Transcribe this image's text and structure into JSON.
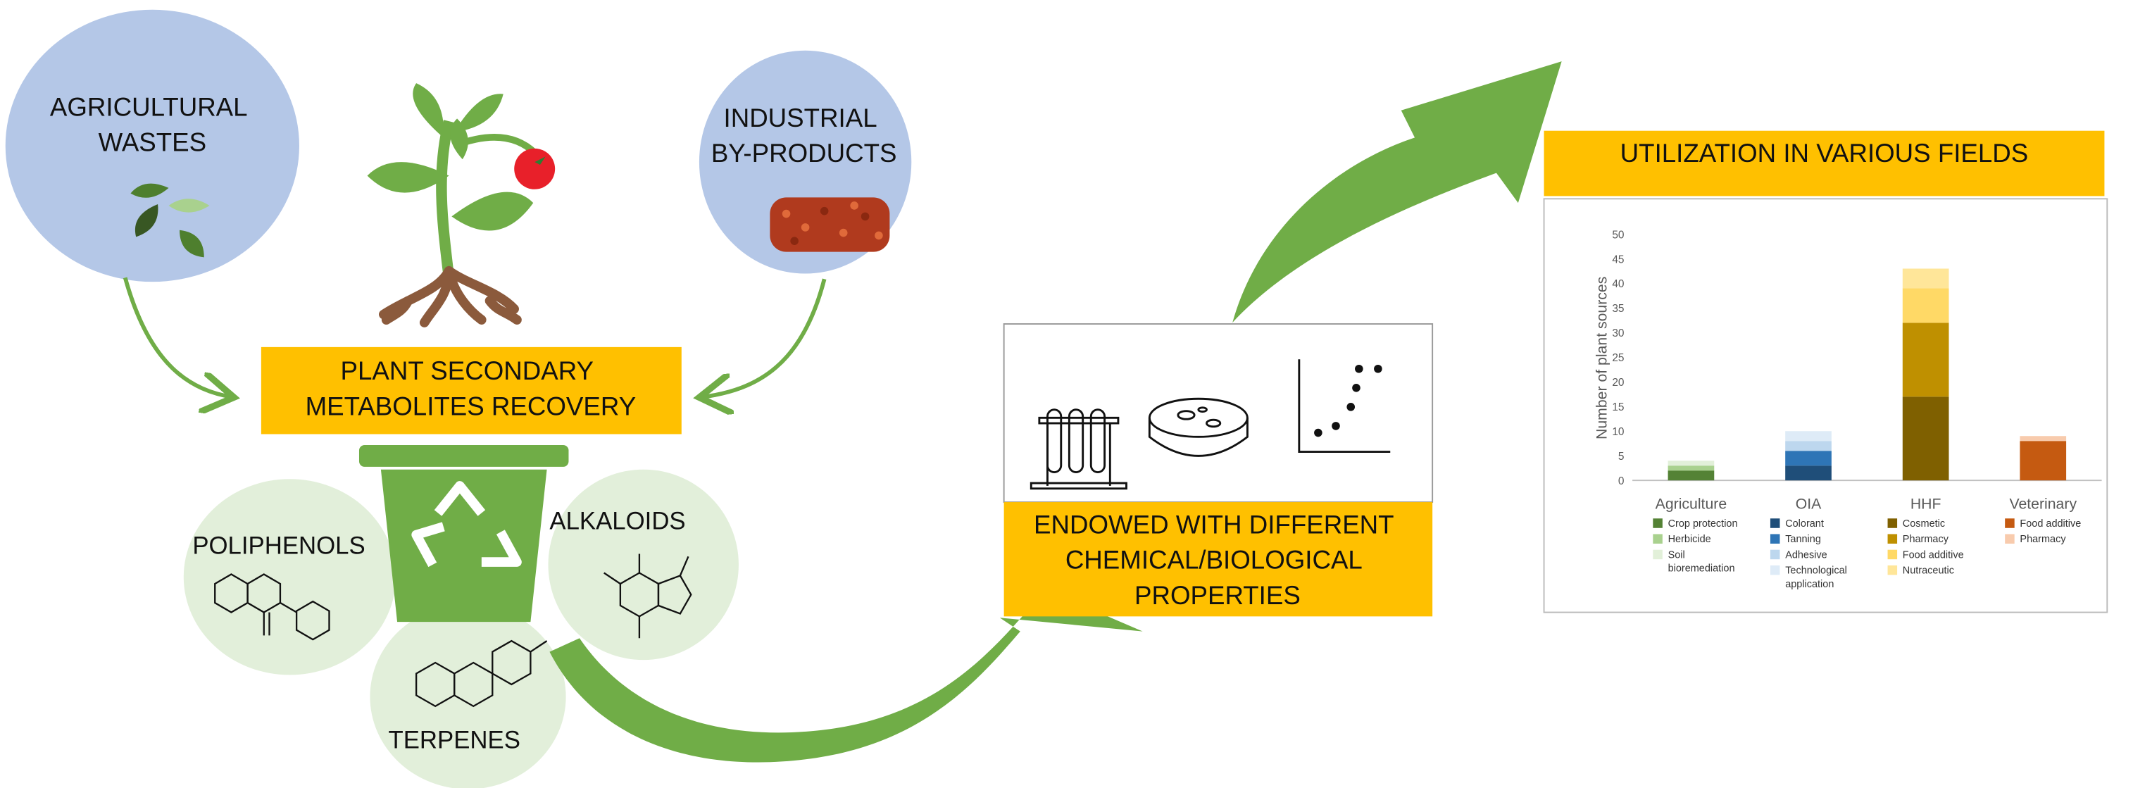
{
  "sources": {
    "agricultural_wastes": [
      "AGRICULTURAL",
      "WASTES"
    ],
    "industrial_byproducts": [
      "INDUSTRIAL",
      "BY-PRODUCTS"
    ]
  },
  "recovery_box": [
    "PLANT SECONDARY",
    "METABOLITES RECOVERY"
  ],
  "metabolite_classes": {
    "polyphenols": "POLIPHENOLS",
    "alkaloids": "ALKALOIDS",
    "terpenes": "TERPENES"
  },
  "properties_box": [
    "ENDOWED WITH DIFFERENT",
    "CHEMICAL/BIOLOGICAL",
    "PROPERTIES"
  ],
  "utilization_title": "UTILIZATION IN VARIOUS FIELDS",
  "colors": {
    "yellow": "#FFC000",
    "circle_blue": "#B4C7E7",
    "circle_green": "#E2EFDA",
    "arrow_green": "#70AD47",
    "bin_green": "#70AD47"
  },
  "chart_data": {
    "type": "bar",
    "stacked": true,
    "ylabel": "Number of plant sources",
    "ylim": [
      0,
      50
    ],
    "yticks": [
      0,
      5,
      10,
      15,
      20,
      25,
      30,
      35,
      40,
      45,
      50
    ],
    "categories": [
      "Agriculture",
      "OIA",
      "HHF",
      "Veterinary"
    ],
    "groups": [
      {
        "category": "Agriculture",
        "segments": [
          {
            "name": "Crop protection",
            "value": 2,
            "color": "#548235"
          },
          {
            "name": "Herbicide",
            "value": 1,
            "color": "#A9D18E"
          },
          {
            "name": "Soil bioremediation",
            "value": 1,
            "color": "#E2F0D9"
          }
        ]
      },
      {
        "category": "OIA",
        "segments": [
          {
            "name": "Colorant",
            "value": 3,
            "color": "#1F4E79"
          },
          {
            "name": "Tanning",
            "value": 3,
            "color": "#2E75B6"
          },
          {
            "name": "Adhesive",
            "value": 2,
            "color": "#BDD7EE"
          },
          {
            "name": "Technological application",
            "value": 2,
            "color": "#DEEBF7"
          }
        ]
      },
      {
        "category": "HHF",
        "segments": [
          {
            "name": "Cosmetic",
            "value": 17,
            "color": "#7F6000"
          },
          {
            "name": "Pharmacy",
            "value": 15,
            "color": "#BF9000"
          },
          {
            "name": "Food additive",
            "value": 7,
            "color": "#FFD966"
          },
          {
            "name": "Nutraceutic",
            "value": 4,
            "color": "#FFE699"
          }
        ]
      },
      {
        "category": "Veterinary",
        "segments": [
          {
            "name": "Food additive",
            "value": 8,
            "color": "#C55A11"
          },
          {
            "name": "Pharmacy",
            "value": 1,
            "color": "#F8CBAD"
          }
        ]
      }
    ],
    "legends": [
      {
        "category": "Agriculture",
        "items": [
          [
            "Crop protection"
          ],
          [
            "Herbicide"
          ],
          [
            "Soil",
            "bioremediation"
          ]
        ]
      },
      {
        "category": "OIA",
        "items": [
          [
            "Colorant"
          ],
          [
            "Tanning"
          ],
          [
            "Adhesive"
          ],
          [
            "Technological",
            "application"
          ]
        ]
      },
      {
        "category": "HHF",
        "items": [
          [
            "Cosmetic"
          ],
          [
            "Pharmacy"
          ],
          [
            "Food additive"
          ],
          [
            "Nutraceutic"
          ]
        ]
      },
      {
        "category": "Veterinary",
        "items": [
          [
            "Food additive"
          ],
          [
            "Pharmacy"
          ]
        ]
      }
    ]
  }
}
